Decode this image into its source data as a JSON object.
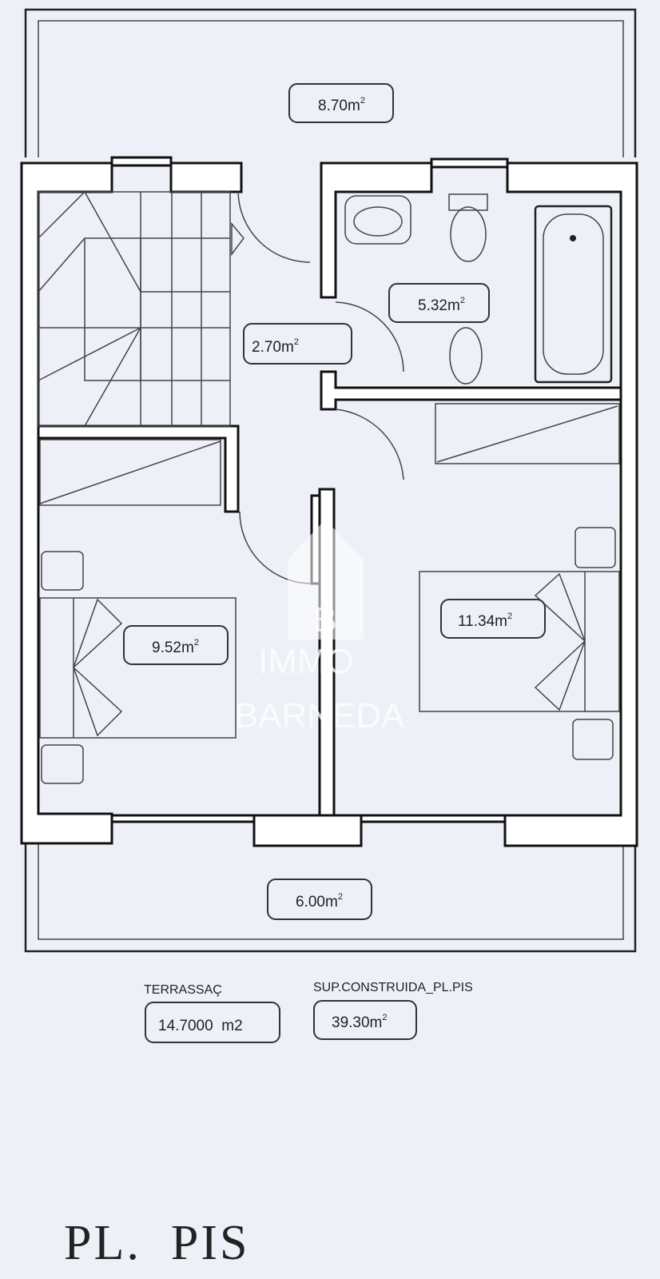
{
  "plan": {
    "title": "PL.  PIS",
    "rooms": [
      {
        "id": "terrace-top",
        "value": "8.70",
        "unit": "m",
        "exp": "2"
      },
      {
        "id": "hall",
        "value": "2.70",
        "unit": "m",
        "exp": "2"
      },
      {
        "id": "bathroom",
        "value": "5.32",
        "unit": "m",
        "exp": "2"
      },
      {
        "id": "bedroom-left",
        "value": "9.52",
        "unit": "m",
        "exp": "2"
      },
      {
        "id": "bedroom-right",
        "value": "11.34",
        "unit": "m",
        "exp": "2"
      },
      {
        "id": "terrace-bottom",
        "value": "6.00",
        "unit": "m",
        "exp": "2"
      }
    ],
    "summary": {
      "terrace_label": "TERRASSAÇ",
      "terrace_value": "14.7000  m2",
      "built_label": "SUP.CONSTRUIDA_PL.PIS",
      "built_value": "39.30",
      "built_unit": "m",
      "built_exp": "2"
    }
  },
  "watermark": {
    "letter": "B",
    "line1": "IMMO",
    "line2": "BARNEDA"
  }
}
